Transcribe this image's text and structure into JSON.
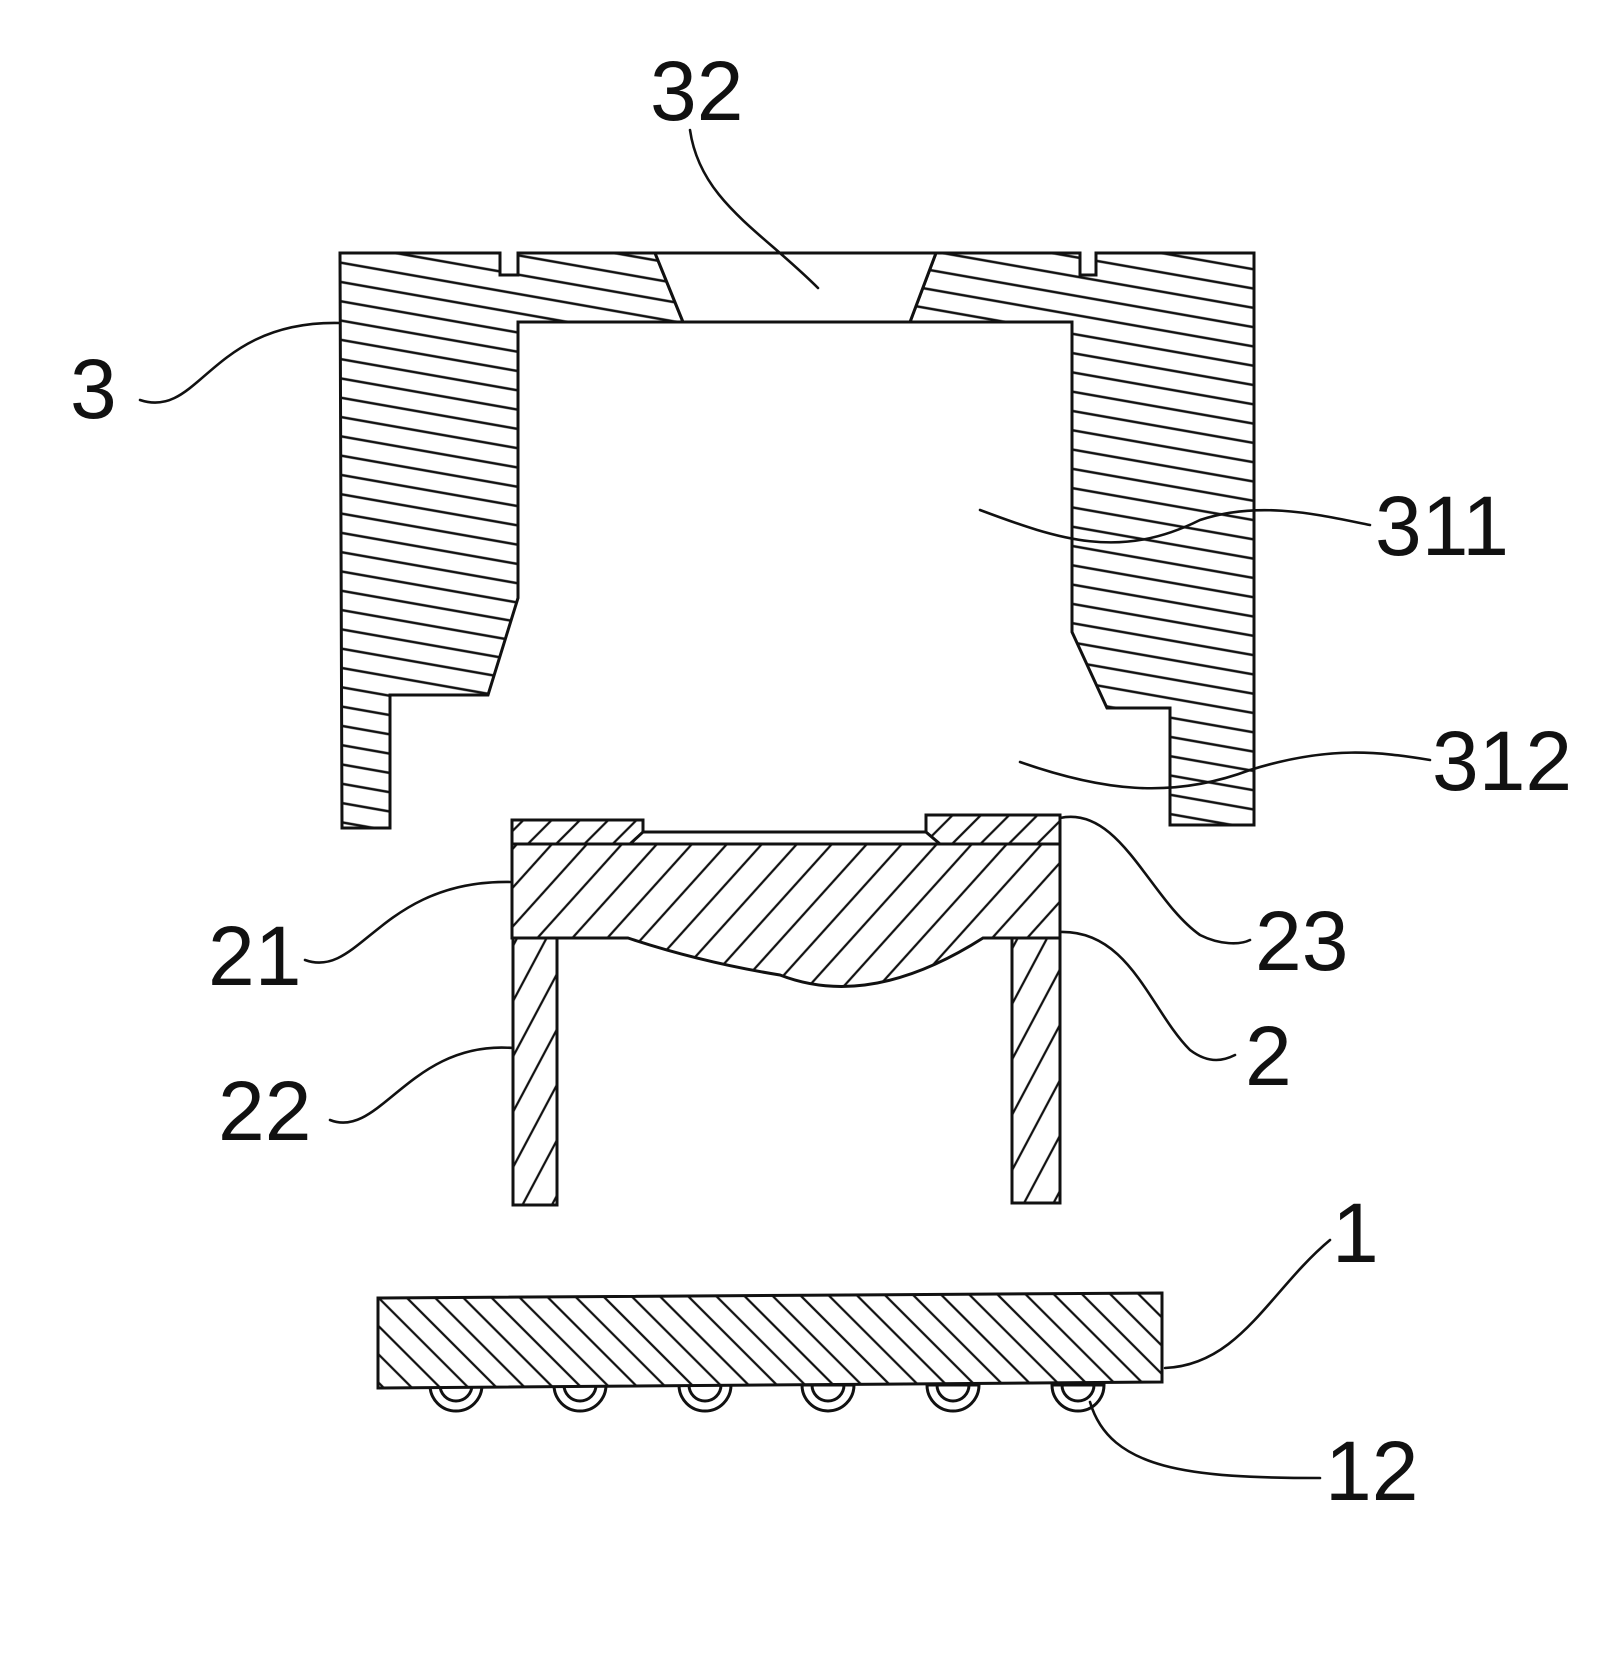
{
  "figure": {
    "labels": {
      "cap": "3",
      "cap_opening": "32",
      "cap_cavity_upper": "311",
      "cap_cavity_lower": "312",
      "lens_body": "21",
      "lens_leg": "22",
      "lens_rim_layer": "23",
      "lens_holder": "2",
      "substrate": "1",
      "solder_ball": "12"
    },
    "colors": {
      "ink": "#111111",
      "paper": "#ffffff"
    }
  }
}
